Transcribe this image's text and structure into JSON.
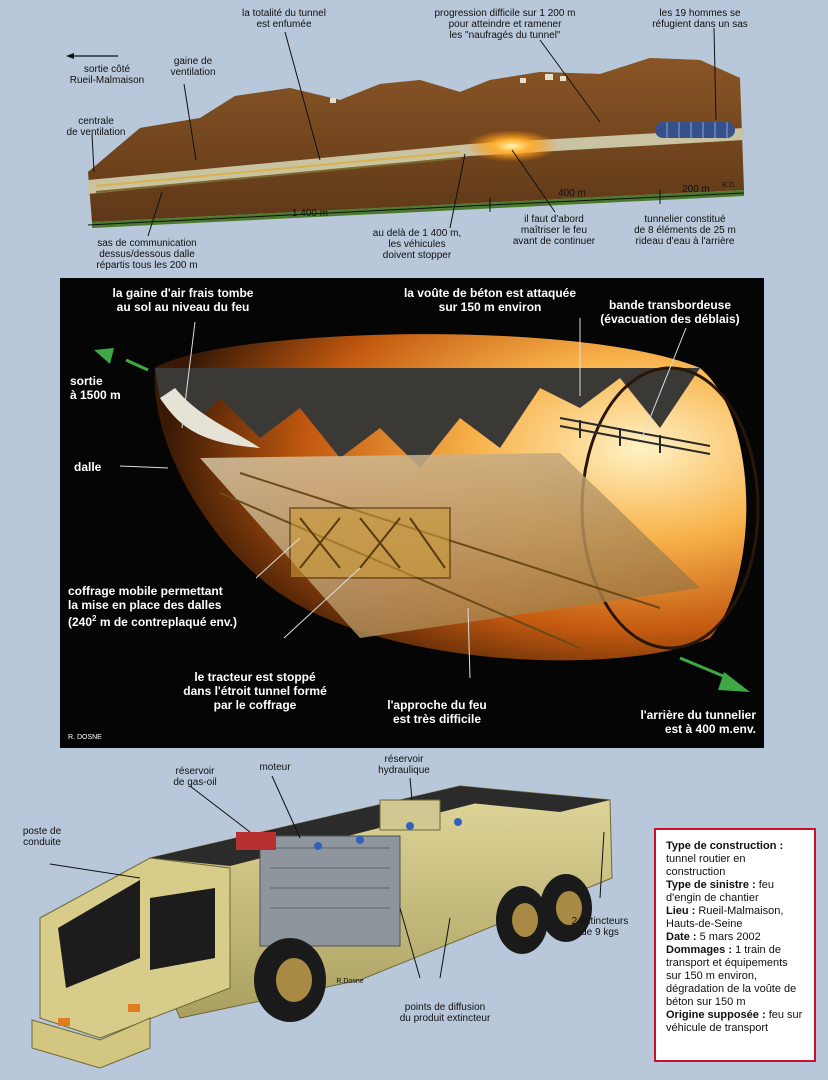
{
  "top_diagram": {
    "labels": {
      "sortie": "sortie côté\nRueil-Malmaison",
      "gaine": "gaine de\nventilation",
      "totalite": "la totalité du tunnel\nest enfumée",
      "progression": "progression difficile sur 1 200 m\npour atteindre et ramener\nles \"naufragés du tunnel\"",
      "hommes": "les 19 hommes se\nréfugient dans un sas",
      "centrale": "centrale\nde ventilation",
      "dist_1400": "1 400 m",
      "dist_400": "400 m",
      "dist_200": "200 m",
      "credit": "R.D.",
      "sas": "sas de communication\ndessus/dessous dalle\nrépartis tous les 200 m",
      "audela": "au delà de 1 400 m,\nles véhicules\ndoivent stopper",
      "maitriser": "il faut d'abord\nmaîtriser le feu\navant de continuer",
      "tunnelier": "tunnelier constitué\nde 8 éléments de 25 m\nrideau d'eau à l'arrière"
    }
  },
  "middle_diagram": {
    "labels": {
      "gaine_air": "la gaine d'air frais tombe\nau sol au niveau du feu",
      "voute": "la voûte de béton est attaquée\nsur 150 m environ",
      "bande": "bande transbordeuse\n(évacuation des déblais)",
      "sortie": "sortie\nà 1500 m",
      "dalle": "dalle",
      "coffrage": "coffrage mobile permettant\nla mise en place des dalles",
      "coffrage_qty": "(240",
      "coffrage_exp": "2",
      "coffrage_unit": " m  de contreplaqué env.)",
      "tracteur": "le tracteur est stoppé\ndans l'étroit tunnel formé\npar le coffrage",
      "approche": "l'approche du feu\nest très difficile",
      "arriere": "l'arrière du tunnelier\nest à 400 m.env.",
      "credit": "R. DOSNE"
    }
  },
  "bottom_diagram": {
    "labels": {
      "reservoir_gasoil": "réservoir\nde gas-oil",
      "moteur": "moteur",
      "reservoir_hydr": "réservoir\nhydraulique",
      "poste": "poste de\nconduite",
      "extincteurs": "2 extincteurs\nde 9 kgs",
      "points": "points de diffusion\ndu produit extincteur",
      "credit": "R.Dosne"
    }
  },
  "info_box": [
    {
      "key": "Type de construction :",
      "value": "tunnel routier en construction"
    },
    {
      "key": "Type de sinistre :",
      "value": "feu d'engin de chantier"
    },
    {
      "key": "Lieu :",
      "value": "Rueil-Malmaison, Hauts-de-Seine"
    },
    {
      "key": "Date :",
      "value": "5 mars 2002"
    },
    {
      "key": "Dommages :",
      "value": "1 train de transport et équipements sur 150 m environ, dégradation de la voûte de béton sur 150 m"
    },
    {
      "key": "Origine supposée :",
      "value": "feu sur véhicule de transport"
    }
  ],
  "colors": {
    "background": "#b8c7d9",
    "grass": "#3f7a2a",
    "soil": "#7a4a22",
    "fire": "#ffb030",
    "box_border": "#c8102e",
    "arrow_green": "#3ea845"
  }
}
